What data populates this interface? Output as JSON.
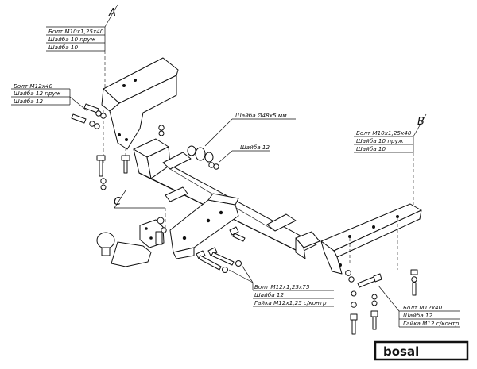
{
  "callout_a": {
    "letter": "A",
    "lines": [
      "Болт  M10x1,25x40",
      "Шайба 10 пруж",
      "Шайба 10"
    ]
  },
  "callout_left": {
    "lines": [
      "Болт  M12x40",
      "Шайба 12 пруж",
      "Шайба 12"
    ]
  },
  "callout_mid": {
    "lines": [
      "Шайба  Ø48х5 мм",
      "Шайба 12"
    ]
  },
  "callout_b": {
    "letter": "B",
    "lines": [
      "Болт  M10x1,25x40",
      "Шайба 10 пруж",
      "Шайба 10"
    ]
  },
  "callout_c": {
    "letter": "C"
  },
  "callout_bottom": {
    "lines": [
      "Болт  M12x1,25x75",
      "Шайба 12",
      "Гайка M12x1,25 с/контр"
    ]
  },
  "callout_br": {
    "lines": [
      "Болт  M12x40",
      "Шайба 12",
      "Гайка M12 с/контр"
    ]
  },
  "brand": {
    "name": "bosal"
  }
}
